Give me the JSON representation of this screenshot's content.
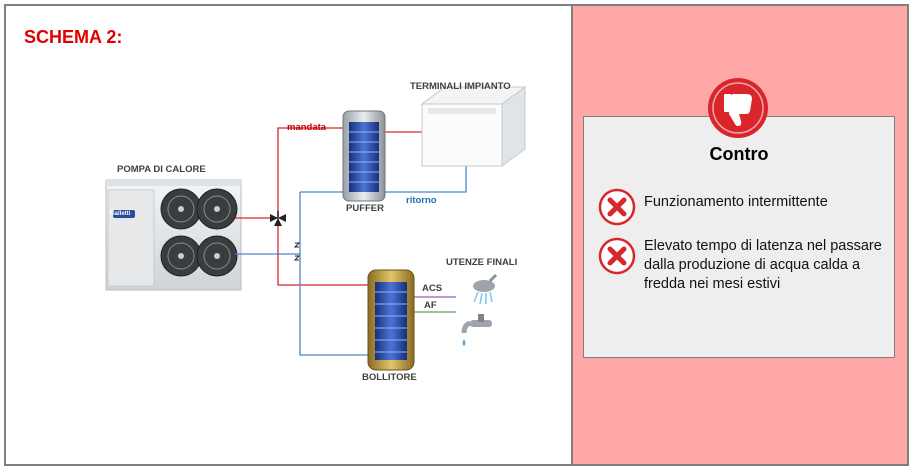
{
  "title": "SCHEMA 2:",
  "labels": {
    "heat_pump": "POMPA DI CALORE",
    "terminals": "TERMINALI IMPIANTO",
    "puffer": "PUFFER",
    "bollitore": "BOLLITORE",
    "utenze": "UTENZE FINALI",
    "mandata": "mandata",
    "ritorno": "ritorno",
    "acs": "ACS",
    "af": "AF",
    "heat_pump_brand": "Galletti"
  },
  "contro": {
    "title": "Contro",
    "items": [
      "Funzionamento intermittente",
      "Elevato tempo di latenza nel passare dalla produzione di acqua calda a fredda nei mesi estivi"
    ]
  },
  "colors": {
    "title_red": "#e00000",
    "panel_pink": "#ffa7a7",
    "pipe_red": "#d9262b",
    "pipe_blue": "#4a87c8",
    "badge_red": "#d9262b"
  },
  "icons": [
    "thumbs-down-icon",
    "cross-icon",
    "shower-icon",
    "faucet-icon",
    "three-way-valve-icon",
    "check-valve-icon"
  ]
}
